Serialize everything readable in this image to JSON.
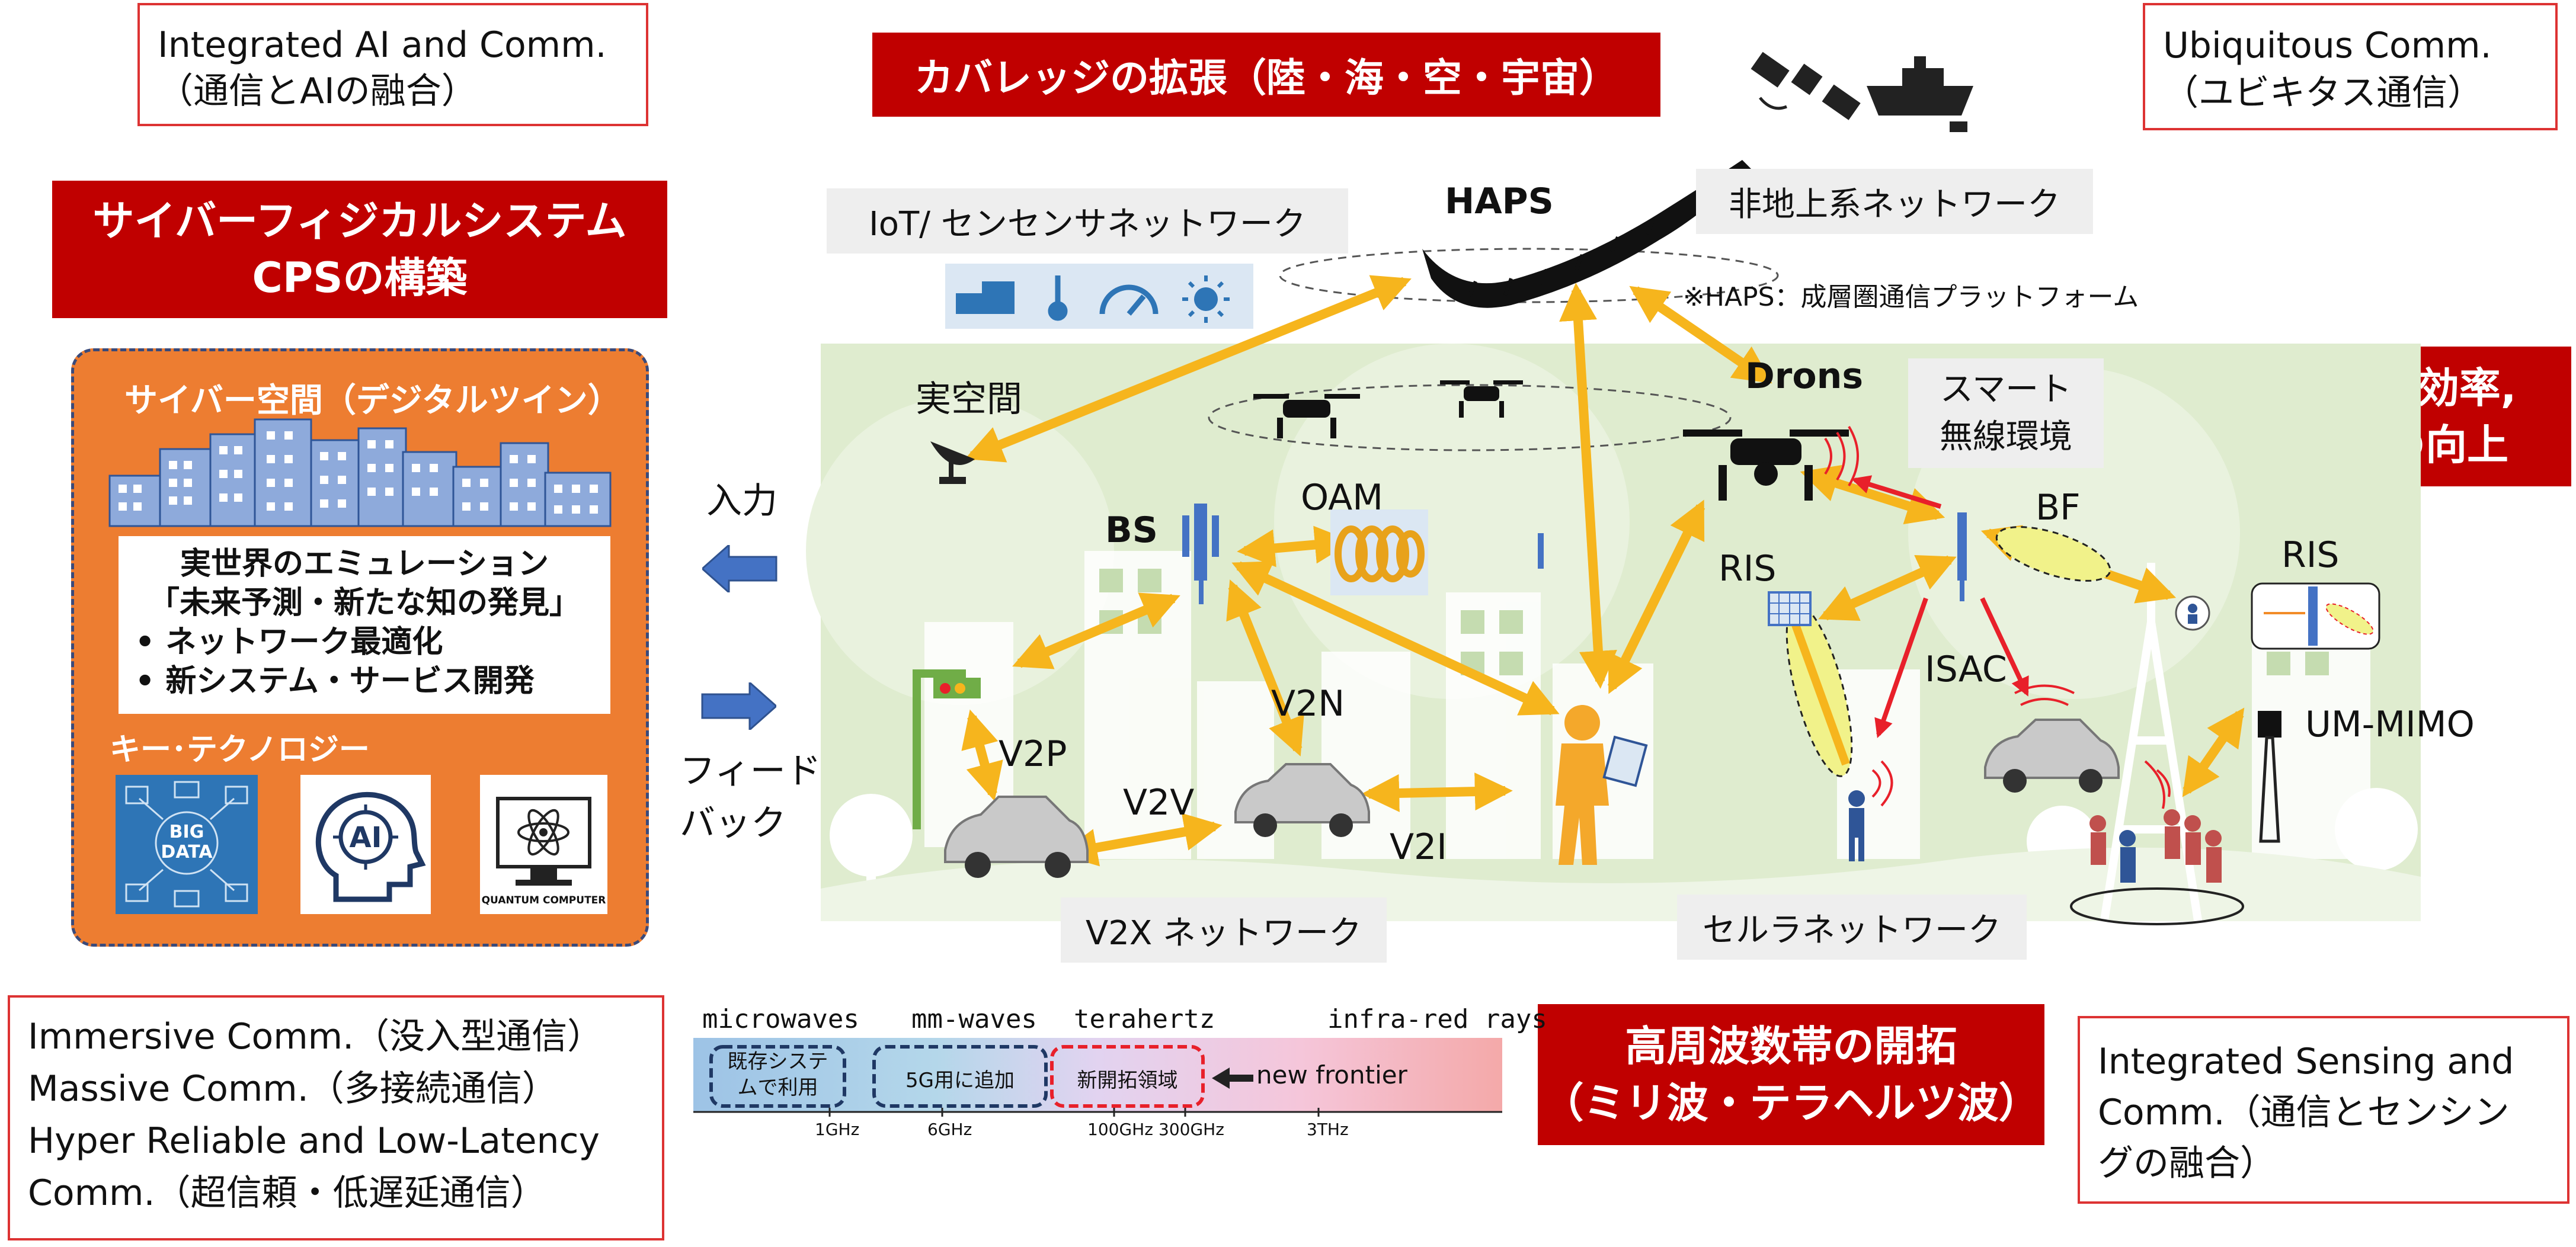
{
  "corners": {
    "top_left": [
      "Integrated AI and Comm.",
      "（通信とAIの融合）"
    ],
    "top_right": [
      "Ubiquitous Comm.",
      "（ユビキタス通信）"
    ],
    "bottom_left": [
      "Immersive Comm.（没入型通信）",
      "Massive Comm.（多接続通信）",
      "Hyper Reliable and Low-Latency",
      "Comm.（超信頼・低遅延通信）"
    ],
    "bottom_right": [
      "Integrated Sensing and",
      "Comm.（通信とセンシン",
      "グの融合）"
    ]
  },
  "banners": {
    "coverage": "カバレッジの拡張（陸・海・空・宇宙）",
    "cps": [
      "サイバーフィジカルシステム",
      "CPSの構築"
    ],
    "efficiency": [
      "周波数利用効率,",
      "電力効率の向上"
    ],
    "high_freq": [
      "高周波数帯の開拓",
      "（ミリ波・テラヘルツ波）"
    ]
  },
  "cyber": {
    "title": "サイバー空間（デジタルツイン）",
    "emulation": [
      "実世界のエミュレーション",
      "「未来予測・新たな知の発見」",
      "•  ネットワーク最適化",
      "•  新システム・サービス開発"
    ],
    "key_tech": "キー･テクノロジー",
    "bigdata": [
      "BIG",
      "DATA"
    ],
    "ai": "AI",
    "quantum": "QUANTUM COMPUTER"
  },
  "arrows": {
    "input": "入力",
    "feedback": [
      "フィード",
      "バック"
    ]
  },
  "labels": {
    "iot": "IoT/ センセンサネットワーク",
    "haps": "HAPS",
    "non_terrestrial": "非地上系ネットワーク",
    "haps_note": "※HAPS：成層圏通信プラットフォーム",
    "real_space": "実空間",
    "drons": "Drons",
    "smart": [
      "スマート",
      "無線環境"
    ],
    "bs": "BS",
    "oam": "OAM",
    "bf": "BF",
    "ris1": "RIS",
    "ris2": "RIS",
    "isac": "ISAC",
    "v2p": "V2P",
    "v2n": "V2N",
    "v2v": "V2V",
    "v2i": "V2I",
    "um_mimo": "UM-MIMO",
    "v2x": "V2X ネットワーク",
    "cellular": "セルラネットワーク"
  },
  "spectrum": {
    "bands": [
      "microwaves",
      "mm-waves",
      "terahertz",
      "infra-red rays"
    ],
    "box1": [
      "既存システ",
      "ムで利用"
    ],
    "box2": "5G用に追加",
    "box3": "新開拓領域",
    "frontier": "new frontier",
    "ticks": [
      "1GHz",
      "6GHz",
      "100GHz",
      "300GHz",
      "3THz"
    ]
  },
  "colors": {
    "banner_red": "#c00000",
    "cyber_orange": "#ed7d31",
    "link_yellow": "#f6b51d",
    "scene_green": "#dfeccf",
    "arrow_blue": "#4472c4"
  }
}
